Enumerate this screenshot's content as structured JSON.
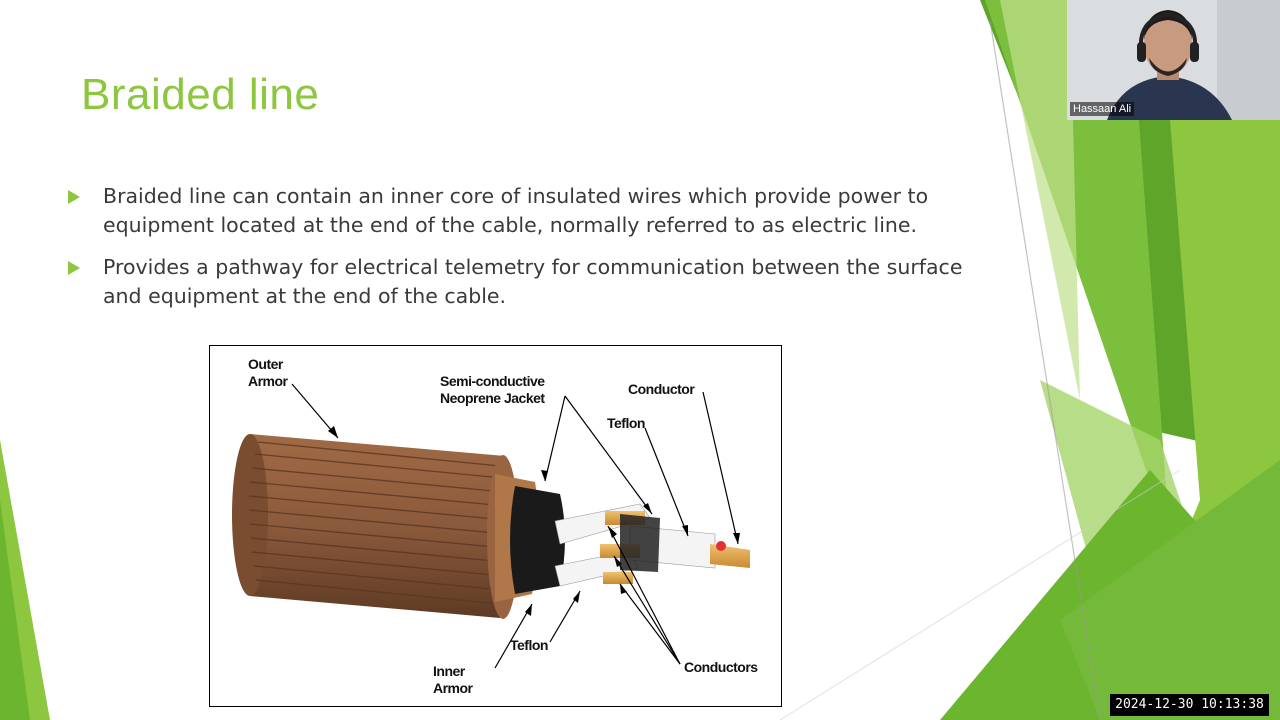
{
  "slide": {
    "title": "Braided line",
    "bullets": [
      {
        "text": "Braided line can contain an inner core of insulated wires which provide power to equipment located at the end of the cable, normally referred to as electric line."
      },
      {
        "text": "Provides a pathway for electrical telemetry for communication between the surface and equipment at the end of the cable."
      }
    ],
    "figure": {
      "labels": {
        "outer_armor": "Outer\nArmor",
        "jacket": "Semi-conductive\nNeoprene Jacket",
        "conductor": "Conductor",
        "teflon_top": "Teflon",
        "teflon_bottom": "Teflon",
        "inner_armor": "Inner\nArmor",
        "conductors": "Conductors"
      }
    }
  },
  "webcam": {
    "name": "Hassaan Ali"
  },
  "timestamp": "2024-12-30 10:13:38",
  "colors": {
    "accent": "#8dc63f",
    "accent_dark": "#5ea52a",
    "text": "#3a3a3a",
    "copper": "#8b5a3c"
  },
  "icons": {
    "bullet": "triangle-bullet-icon",
    "laser": "laser-pointer-icon"
  }
}
